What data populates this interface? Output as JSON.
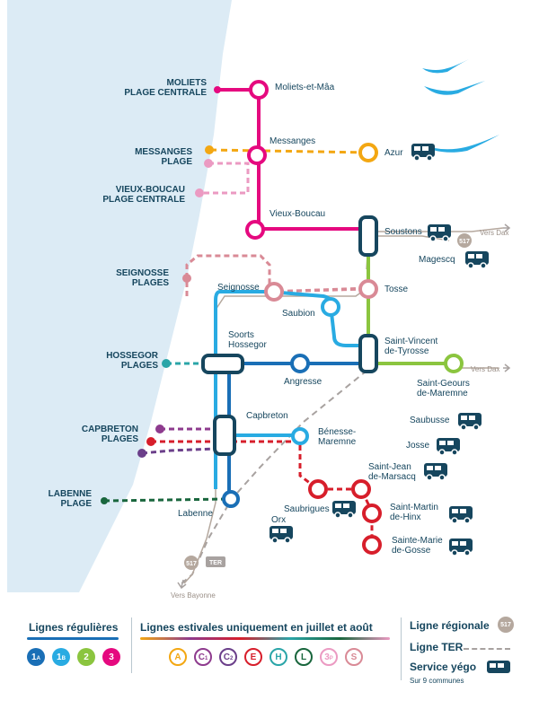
{
  "colors": {
    "sea": "#dcebf5",
    "line1": "#1a6fb6",
    "line1b": "#29abe2",
    "line2": "#8bc53f",
    "line3": "#e5097f",
    "lineA": "#f3a712",
    "lineC1": "#8e3b8e",
    "lineC2": "#6b3f8a",
    "lineE": "#d71e2b",
    "lineH": "#2aa5a8",
    "lineL": "#19663d",
    "line3p": "#eb9ac2",
    "lineS": "#d98a96",
    "regional": "#b5a89e",
    "ter": "#a8a2a0",
    "navy": "#16465e"
  },
  "beaches": {
    "moliets": [
      "MOLIETS",
      "PLAGE CENTRALE"
    ],
    "messanges": [
      "MESSANGES",
      "PLAGE"
    ],
    "vieux_boucau": [
      "VIEUX-BOUCAU",
      "PLAGE CENTRALE"
    ],
    "seignosse": [
      "SEIGNOSSE",
      "PLAGES"
    ],
    "hossegor": [
      "HOSSEGOR",
      "PLAGES"
    ],
    "capbreton": [
      "CAPBRETON",
      "PLAGES"
    ],
    "labenne": [
      "LABENNE",
      "PLAGE"
    ]
  },
  "stops": {
    "moliets": "Moliets-et-Mâa",
    "messanges": "Messanges",
    "azur": "Azur",
    "vieux_boucau": "Vieux-Boucau",
    "soustons": "Soustons",
    "magescq": "Magescq",
    "seignosse": "Seignosse",
    "tosse": "Tosse",
    "saubion": "Saubion",
    "soorts": [
      "Soorts",
      "Hossegor"
    ],
    "saint_vincent": [
      "Saint-Vincent",
      "de-Tyrosse"
    ],
    "angresse": "Angresse",
    "saint_geours": [
      "Saint-Geours",
      "de-Maremne"
    ],
    "capbreton": "Capbreton",
    "benesse": [
      "Bénesse-",
      "Maremne"
    ],
    "saubusse": "Saubusse",
    "josse": "Josse",
    "saint_jean": [
      "Saint-Jean",
      "de-Marsacq"
    ],
    "saubrigues": "Saubrigues",
    "saint_martin": [
      "Saint-Martin",
      "de-Hinx"
    ],
    "orx": "Orx",
    "sainte_marie": [
      "Sainte-Marie",
      "de-Gosse"
    ],
    "labenne": "Labenne"
  },
  "directions": {
    "vers_dax_1": "Vers Dax",
    "vers_dax_2": "Vers Dax",
    "vers_bayonne": "Vers Bayonne"
  },
  "tags": {
    "r517": "517",
    "ter": "TER"
  },
  "legend": {
    "regular_title": "Lignes régulières",
    "regular_lines": [
      {
        "id": "1",
        "sub": "A",
        "color": "#1a6fb6"
      },
      {
        "id": "1",
        "sub": "B",
        "color": "#29abe2"
      },
      {
        "id": "2",
        "sub": "",
        "color": "#8bc53f"
      },
      {
        "id": "3",
        "sub": "",
        "color": "#e5097f"
      }
    ],
    "seasonal_title": "Lignes estivales uniquement en juillet et août",
    "seasonal_lines": [
      {
        "id": "A",
        "sub": "",
        "color": "#f3a712"
      },
      {
        "id": "C",
        "sub": "1",
        "color": "#8e3b8e"
      },
      {
        "id": "C",
        "sub": "2",
        "color": "#6b3f8a"
      },
      {
        "id": "E",
        "sub": "",
        "color": "#d71e2b"
      },
      {
        "id": "H",
        "sub": "",
        "color": "#2aa5a8"
      },
      {
        "id": "L",
        "sub": "",
        "color": "#19663d"
      },
      {
        "id": "3",
        "sub": "P",
        "color": "#eb9ac2"
      },
      {
        "id": "S",
        "sub": "",
        "color": "#d98a96"
      }
    ],
    "regional_label": "Ligne régionale",
    "regional_badge": "517",
    "ter_label": "Ligne TER",
    "yego_label": "Service yégo",
    "yego_sub": "Sur 9 communes"
  }
}
